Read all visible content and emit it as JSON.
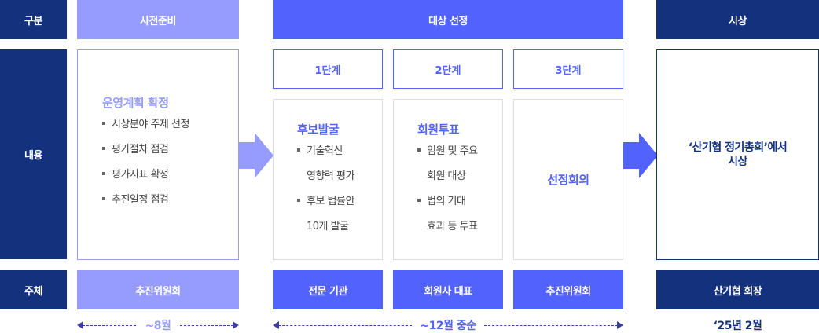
{
  "row_labels": {
    "category": "구분",
    "content": "내용",
    "subject": "주체"
  },
  "columns": {
    "preparation": {
      "header": "사전준비",
      "content_title": "운영계획 확정",
      "items": [
        "시상분야 주제 선정",
        "평가절차 점검",
        "평가지표 확정",
        "추진일정 점검"
      ],
      "subject": "추진위원회",
      "period": "~8월"
    },
    "selection": {
      "header": "대상 선정",
      "stages": [
        {
          "label": "1단계",
          "title": "후보발굴",
          "lines": [
            {
              "text": "기술혁신",
              "bullet": true
            },
            {
              "text": "영향력 평가",
              "bullet": false
            },
            {
              "text": "후보 법률안",
              "bullet": true
            },
            {
              "text": "10개 발굴",
              "bullet": false
            }
          ],
          "subject": "전문 기관"
        },
        {
          "label": "2단계",
          "title": "회원투표",
          "lines": [
            {
              "text": "임원 및 주요",
              "bullet": true
            },
            {
              "text": "회원 대상",
              "bullet": false
            },
            {
              "text": "법의 기대",
              "bullet": true
            },
            {
              "text": "효과 등 투표",
              "bullet": false
            }
          ],
          "subject": "회원사 대표"
        },
        {
          "label": "3단계",
          "title": "선정회의",
          "lines": [],
          "subject": "추진위원회"
        }
      ],
      "period": "~12월 중순"
    },
    "award": {
      "header": "시상",
      "content_line1": "‘산기협 정기총회’에서",
      "content_line2": "시상",
      "subject": "산기협 회장",
      "period": "‘25년 2월"
    }
  },
  "icons": {
    "arrow_1": "right-arrow",
    "arrow_2": "right-arrow",
    "timeline_arrows": "double-headed-dashed-arrow"
  },
  "colors": {
    "navy": "#13317d",
    "light_purple": "#959cfd",
    "blue": "#5262fd",
    "border_gray": "#dcdde3",
    "text_gray": "#444444"
  }
}
